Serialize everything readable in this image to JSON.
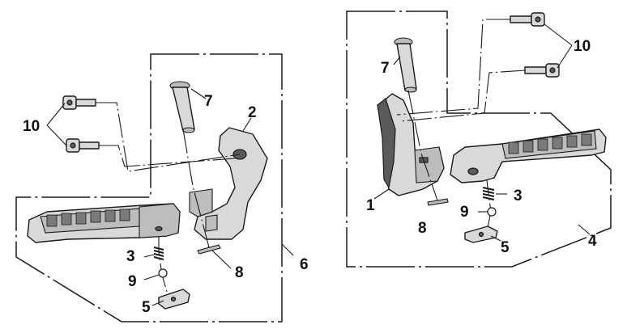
{
  "left_assembly": {
    "labels": {
      "pin": "7",
      "bracket": "2",
      "bolts": "10",
      "clip": "8",
      "assembly": "6",
      "spring": "3",
      "ball": "9",
      "plate": "5"
    }
  },
  "right_assembly": {
    "labels": {
      "pin": "7",
      "bolts": "10",
      "bracket": "1",
      "spring": "3",
      "ball": "9",
      "clip": "8",
      "assembly": "4",
      "plate": "5"
    }
  }
}
